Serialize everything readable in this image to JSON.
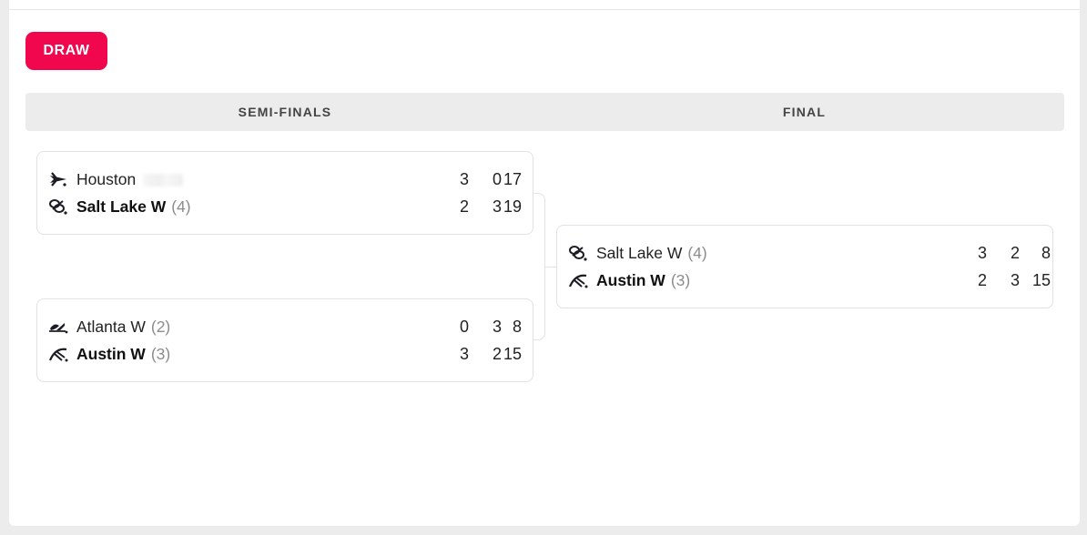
{
  "actions": {
    "draw_label": "DRAW"
  },
  "colors": {
    "accent": "#f0074d"
  },
  "rounds": [
    {
      "label": "SEMI-FINALS"
    },
    {
      "label": "FINAL"
    }
  ],
  "matches": [
    {
      "teams": [
        {
          "name": "Houston",
          "seed": "",
          "icon": "houston-icon",
          "winner": false,
          "scores": [
            "3",
            "0",
            "17"
          ]
        },
        {
          "name": "Salt Lake W",
          "seed": "(4)",
          "icon": "salt-lake-icon",
          "winner": true,
          "scores": [
            "2",
            "3",
            "19"
          ]
        }
      ]
    },
    {
      "teams": [
        {
          "name": "Atlanta W",
          "seed": "(2)",
          "icon": "atlanta-icon",
          "winner": false,
          "scores": [
            "0",
            "3",
            "8"
          ]
        },
        {
          "name": "Austin W",
          "seed": "(3)",
          "icon": "austin-icon",
          "winner": true,
          "scores": [
            "3",
            "2",
            "15"
          ]
        }
      ]
    },
    {
      "teams": [
        {
          "name": "Salt Lake W",
          "seed": "(4)",
          "icon": "salt-lake-icon",
          "winner": false,
          "scores": [
            "3",
            "2",
            "8"
          ]
        },
        {
          "name": "Austin W",
          "seed": "(3)",
          "icon": "austin-icon",
          "winner": true,
          "scores": [
            "2",
            "3",
            "15"
          ]
        }
      ]
    }
  ]
}
